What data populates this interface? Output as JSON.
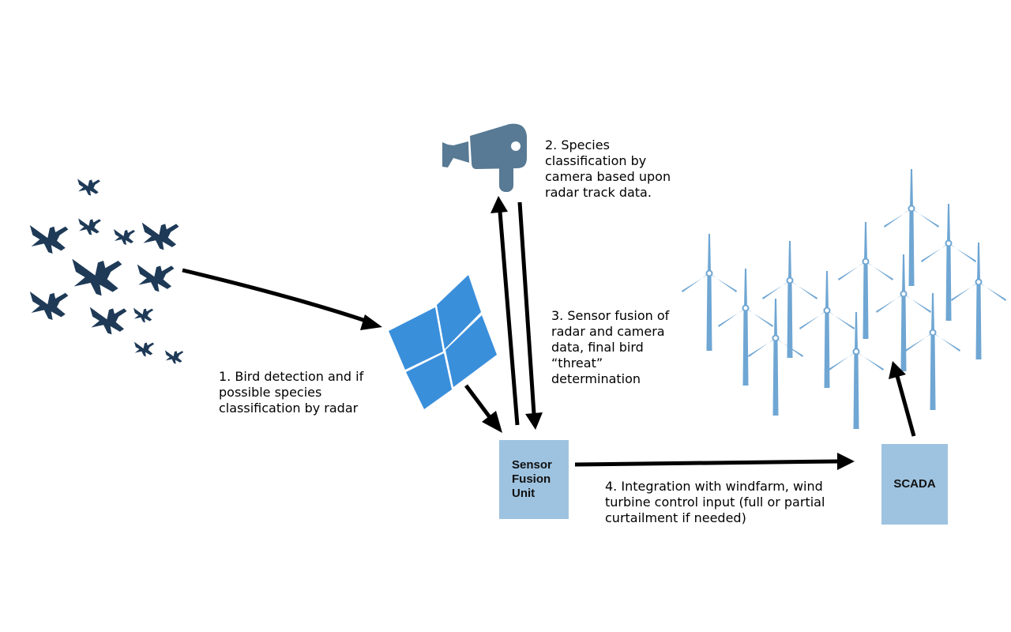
{
  "captions": {
    "step1": [
      "1. Bird detection and if",
      "possible species",
      "classification by radar"
    ],
    "step2": [
      "2. Species",
      "classification by",
      "camera based upon",
      "radar track data."
    ],
    "step3": [
      "3. Sensor fusion of",
      "radar and camera",
      "data, final bird",
      "“threat”",
      "determination"
    ],
    "step4": [
      "4. Integration with windfarm, wind",
      "turbine control input (full or partial",
      "curtailment if needed)"
    ]
  },
  "boxes": {
    "fusion": [
      "Sensor",
      "Fusion",
      "Unit"
    ],
    "scada": [
      "SCADA"
    ]
  },
  "colors": {
    "bird": "#1e3a57",
    "camera": "#587a94",
    "radar": "#3a8fdb",
    "turbine": "#6fa6d3",
    "box": "#9ec3e0",
    "arrow": "#000000"
  },
  "icons": {
    "birds": "bird-flock-icon",
    "camera": "camera-icon",
    "radar": "radar-panel-icon",
    "turbines": "wind-turbine-icon"
  }
}
